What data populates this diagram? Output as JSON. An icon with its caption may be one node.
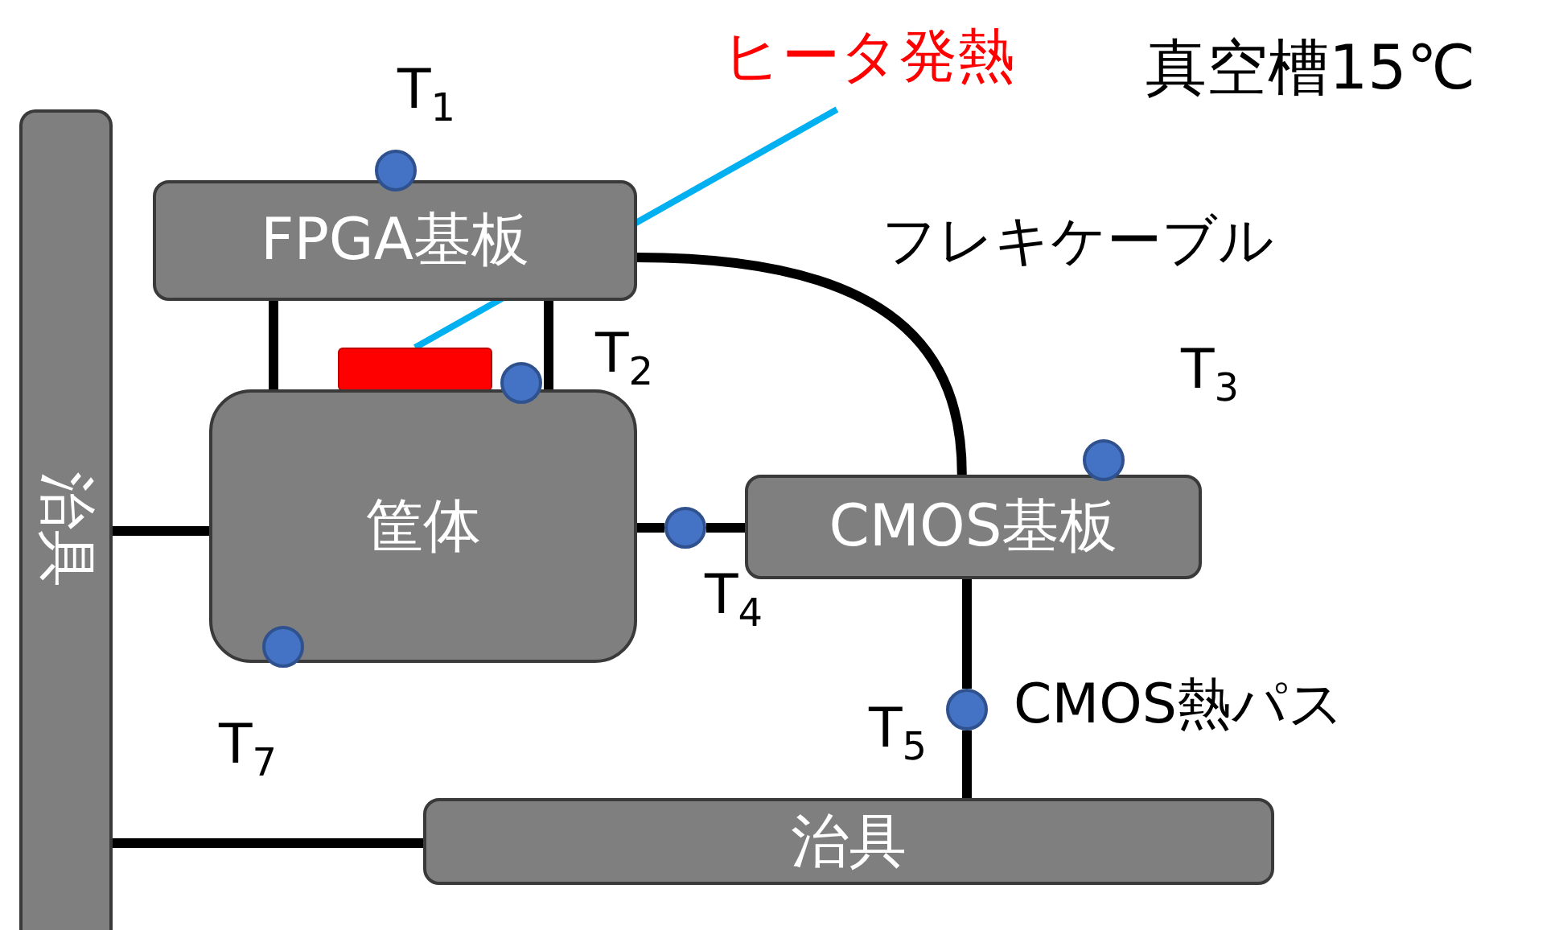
{
  "diagram": {
    "nodes": [
      {
        "text": [
          "治具"
        ]
      },
      {
        "text": [
          "FPGA基板"
        ]
      },
      {
        "text": [],
        "shape": "box"
      },
      {
        "text": [
          "筐体"
        ]
      },
      {
        "text": [
          "CMOS基板"
        ]
      },
      {
        "text": [
          "治具"
        ]
      },
      {
        "text": [
          "ヒータ発熱"
        ]
      },
      {
        "text": [],
        "shape": "circle",
        "beside": [
          "T$_{1}$"
        ]
      },
      {
        "text": [],
        "shape": "circle"
      },
      {
        "text": [],
        "shape": "circle",
        "beside": [
          "T$_{3}$"
        ]
      },
      {
        "text": [],
        "shape": "circle",
        "beside": [
          "T$_{4}$"
        ]
      },
      {
        "text": [],
        "shape": "circle",
        "beside": [
          "T$_{5}$"
        ]
      },
      {
        "text": [],
        "shape": "circle",
        "beside": [
          "T$_{7}$"
        ]
      }
    ],
    "edges": [
      {
        "from": 1,
        "to": 3,
        "arrow": "none"
      },
      {
        "from": 1,
        "to": 3,
        "arrow": "none"
      },
      {
        "from": 1,
        "to": 4,
        "arrow": "none",
        "label": "フレキケーブル"
      },
      {
        "from": 3,
        "to": 10,
        "arrow": "none"
      },
      {
        "from": 10,
        "to": 4,
        "arrow": "none"
      },
      {
        "from": 4,
        "to": 11,
        "arrow": "none",
        "label": "CMOS熱パス"
      },
      {
        "from": 11,
        "to": 5,
        "arrow": "none"
      },
      {
        "from": 0,
        "to": 3,
        "arrow": "none"
      },
      {
        "from": 0,
        "to": 5,
        "arrow": "none"
      },
      {
        "from": 6,
        "to": 2,
        "arrow": "none",
        "color": "#00b0f0"
      }
    ],
    "labels": [
      "T$_{2}$",
      "真空槽15℃"
    ]
  }
}
